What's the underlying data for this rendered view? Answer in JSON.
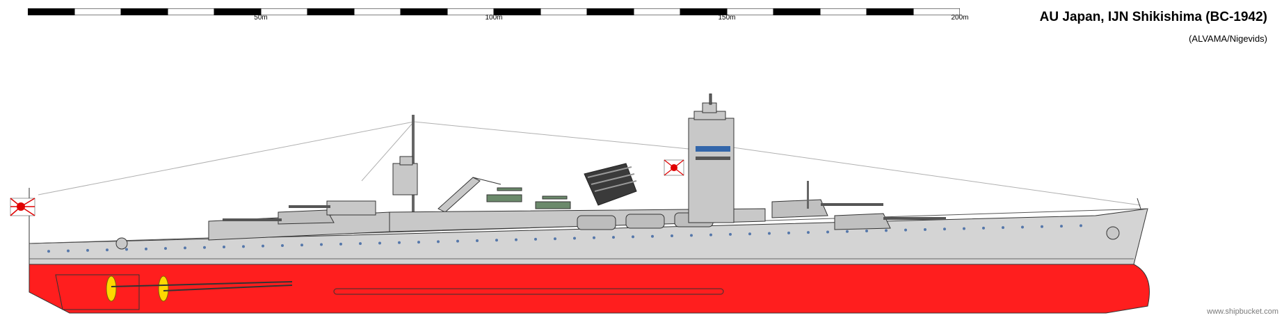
{
  "header": {
    "title": "AU Japan, IJN Shikishima (BC-1942)",
    "subtitle": "(ALVAMA/Nigevids)"
  },
  "scale": {
    "labels": [
      "50m",
      "100m",
      "150m",
      "200m"
    ]
  },
  "footer": {
    "credit": "www.shipbucket.com"
  },
  "colors": {
    "hull_lower": "#ff1e1e",
    "hull_upper": "#d0d0d0",
    "superstructure": "#c8c8c8",
    "ensign_red": "#e00000",
    "propeller": "#ffd800",
    "porthole": "#5577aa"
  }
}
